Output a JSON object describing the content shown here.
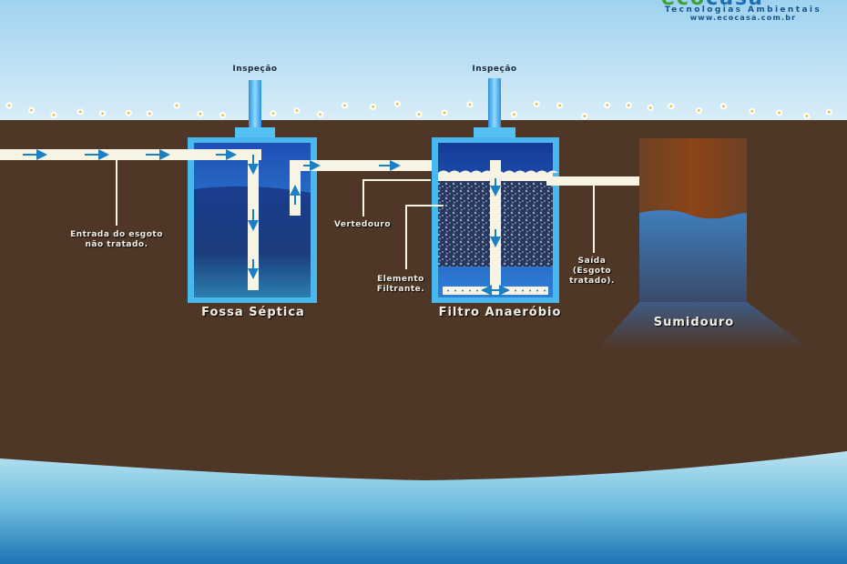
{
  "title": "Sistema de tratamento de esgoto: Fossa Séptica, Filtro Anaeróbio e Sumidouro",
  "logo": {
    "brand_part1": "eco",
    "brand_part2": "casa",
    "tagline": "Tecnologias Ambientais",
    "url": "www.ecocasa.com.br"
  },
  "labels": {
    "inspection_1": "Inspeção",
    "inspection_2": "Inspeção",
    "inlet_line1": "Entrada do esgoto",
    "inlet_line2": "não tratado.",
    "septic_tank": "Fossa Séptica",
    "weir": "Vertedouro",
    "filter_element_line1": "Elemento",
    "filter_element_line2": "Filtrante.",
    "anaerobic_filter": "Filtro Anaeróbio",
    "outlet_line1": "Saída",
    "outlet_line2": "(Esgoto",
    "outlet_line3": "tratado).",
    "sink": "Sumidouro"
  },
  "colors": {
    "sky_top": "#9fd2f0",
    "sky_bottom": "#d6ecf7",
    "grass": "#5cb82e",
    "soil": "#4f3727",
    "pipe": "#f7f4e3",
    "tank_border": "#49b8ee",
    "tank_water_dark": "#122a6e",
    "arrow": "#1b7fc4",
    "sink_top": "#8a4a1c",
    "sink_water": "#3d78b3",
    "groundwater_top": "#a9dbef",
    "groundwater_bottom": "#1e78b8"
  },
  "icons": {
    "flow_arrow": "arrow-icon",
    "flower": "daisy-icon"
  }
}
